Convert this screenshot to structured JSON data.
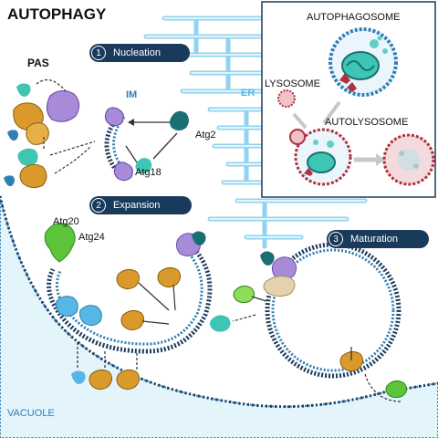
{
  "title": "AUTOPHAGY",
  "pas_label": "PAS",
  "im_label": "IM",
  "er_label": "ER",
  "vacuole_label": "VACUOLE",
  "steps": [
    {
      "number": "1",
      "label": "Nucleation"
    },
    {
      "number": "2",
      "label": "Expansion"
    },
    {
      "number": "3",
      "label": "Maturation"
    }
  ],
  "proteins": {
    "atg2": "Atg2",
    "atg18": "Atg18",
    "atg20": "Atg20",
    "atg24": "Atg24"
  },
  "inset": {
    "autophagosome": "AUTOPHAGOSOME",
    "lysosome": "LYSOSOME",
    "autolysosome": "AUTOLYSOSOME"
  },
  "colors": {
    "navy": "#1a3a5c",
    "teal_dark": "#1a6f73",
    "orange": "#d99a2b",
    "purple": "#a88bd8",
    "green": "#5cc43a",
    "lysosome_red": "#b03040",
    "er_blue": "#8fd3ee",
    "vacuole_blue": "#e3f4fb"
  }
}
